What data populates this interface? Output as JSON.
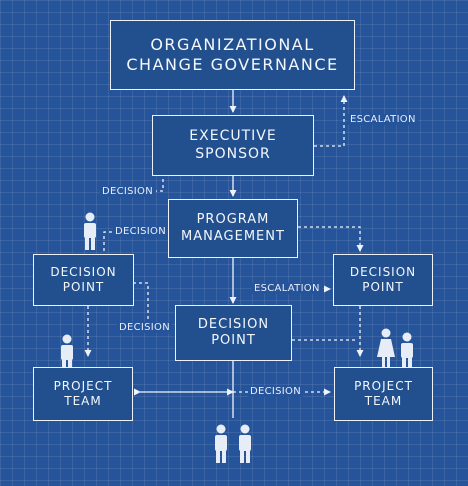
{
  "title_box": {
    "line1": "ORGANIZATIONAL",
    "line2": "CHANGE GOVERNANCE"
  },
  "executive": {
    "line1": "EXECUTIVE",
    "line2": "SPONSOR"
  },
  "program": {
    "line1": "PROGRAM",
    "line2": "MANAGEMENT"
  },
  "decision_left": {
    "line1": "DECISION",
    "line2": "POINT"
  },
  "decision_center": {
    "line1": "DECISION",
    "line2": "POINT"
  },
  "decision_right": {
    "line1": "DECISION",
    "line2": "POINT"
  },
  "project_left": {
    "line1": "PROJECT",
    "line2": "TEAM"
  },
  "project_right": {
    "line1": "PROJECT",
    "line2": "TEAM"
  },
  "labels": {
    "escalation_top": "ESCALATION",
    "decision_exec": "DECISION",
    "decision_left_person": "DECISION",
    "escalation_mid": "ESCALATION",
    "decision_mid_left": "DECISION",
    "decision_bottom": "DECISION"
  },
  "icons": [
    "person-icon",
    "person-icon",
    "person-icon",
    "person-icon",
    "person-icon",
    "person-icon"
  ],
  "colors": {
    "background": "#26549a",
    "line": "#eef3fb",
    "grid": "rgba(255,255,255,0.09)"
  }
}
